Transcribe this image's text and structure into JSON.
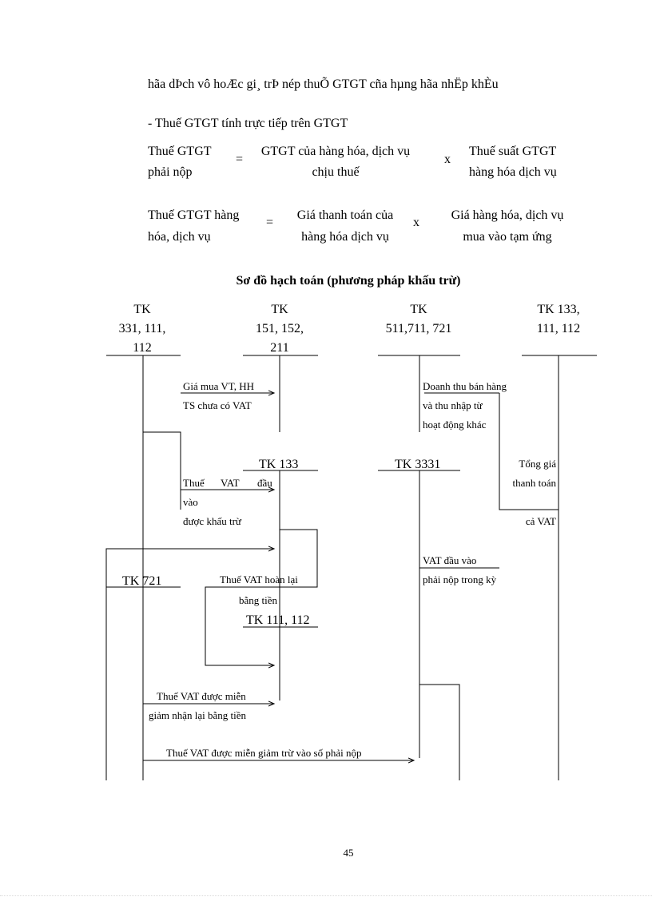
{
  "text": {
    "garbled_line": "hãa dÞch vô hoÆc gi¸ trÞ nép thuÕ GTGT cña hµng hãa nhËp khÈu",
    "subheading": "- Thuế GTGT tính trực tiếp trên GTGT",
    "f1": {
      "lhs1": "Thuế GTGT",
      "lhs2": "phải nộp",
      "eq": "=",
      "mid1": "GTGT của hàng hóa, dịch vụ",
      "mid2": "chịu thuế",
      "op": "x",
      "rhs1": "Thuế suất GTGT",
      "rhs2": "hàng hóa dịch vụ"
    },
    "f2": {
      "lhs1": "Thuế GTGT hàng",
      "lhs2": "hóa, dịch vụ",
      "eq": "=",
      "mid1": "Giá thanh toán của",
      "mid2": "hàng hóa dịch vụ",
      "op": "x",
      "rhs1": "Giá hàng hóa, dịch vụ",
      "rhs2": "mua vào tạm ứng"
    },
    "diagram_title": "Sơ đồ hạch toán (phương pháp khấu trừ)",
    "page_number": "45"
  },
  "diagram": {
    "acc1": [
      "TK",
      "331, 111,",
      "112"
    ],
    "acc2": [
      "TK",
      "151, 152,",
      "211"
    ],
    "acc3": [
      "TK",
      "511,711, 721"
    ],
    "acc4": [
      "TK 133,",
      "111, 112"
    ],
    "tk133": "TK 133",
    "tk3331": "TK 3331",
    "tk721": "TK 721",
    "tk111_112": "TK 111, 112",
    "gia_mua": [
      "Giá mua VT, HH",
      "TS chưa có VAT"
    ],
    "doanh_thu": [
      "Doanh thu bán hàng",
      "và thu nhập từ",
      "hoạt động khác"
    ],
    "thue_vat_dau_vao": [
      "Thuế",
      "VAT",
      "đầu",
      "vào",
      "được khấu trừ"
    ],
    "tong_gia": [
      "Tổng giá",
      "thanh toán",
      "cả VAT"
    ],
    "vat_dau_vao_nop": [
      "VAT đầu vào",
      "phải nộp trong kỳ"
    ],
    "hoan_lai": [
      "Thuế VAT hoàn lại",
      "bằng tiền"
    ],
    "mien_giam_nhan": [
      "Thuế VAT được miễn",
      "giảm  nhận lại bằng tiền"
    ],
    "mien_giam_tru": "Thuế VAT được miễn giảm trừ vào số phải nộp"
  }
}
